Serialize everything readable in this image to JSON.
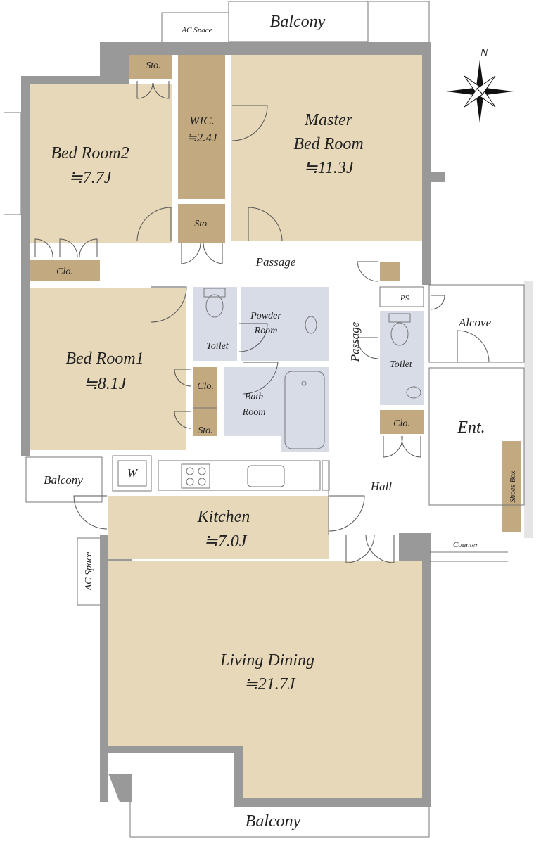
{
  "labels": {
    "balcony_top": "Balcony",
    "ac_space_top": "AC Space",
    "sto_top": "Sto.",
    "wic_name": "WIC.",
    "wic_size": "≒2.4J",
    "master_line1": "Master",
    "master_line2": "Bed Room",
    "master_size": "≒11.3J",
    "bed2_name": "Bed Room2",
    "bed2_size": "≒7.7J",
    "sto_mid": "Sto.",
    "clo_bed2": "Clo.",
    "passage_h": "Passage",
    "passage_v": "Passage",
    "ps": "PS",
    "alcove": "Alcove",
    "toilet_left": "Toilet",
    "powder_line1": "Powder",
    "powder_line2": "Room",
    "toilet_right": "Toilet",
    "bed1_name": "Bed Room1",
    "bed1_size": "≒8.1J",
    "clo_bed1": "Clo.",
    "sto_bed1": "Sto.",
    "bath_line1": "Bath",
    "bath_line2": "Room",
    "clo_right": "Clo.",
    "ent": "Ent.",
    "washer": "W",
    "balcony_left": "Balcony",
    "hall": "Hall",
    "shoes_box": "Shoes Box",
    "kitchen_name": "Kitchen",
    "kitchen_size": "≒7.0J",
    "counter": "Counter",
    "ac_space_left": "AC Space",
    "living_name": "Living Dining",
    "living_size": "≒21.7J",
    "balcony_bottom": "Balcony",
    "compass_n": "N"
  },
  "colors": {
    "wall": "#999999",
    "room_fill": "#e6d8b8",
    "storage_fill": "#c3a97f",
    "wet_area_fill": "#d7dce6",
    "compass": "#111111"
  }
}
